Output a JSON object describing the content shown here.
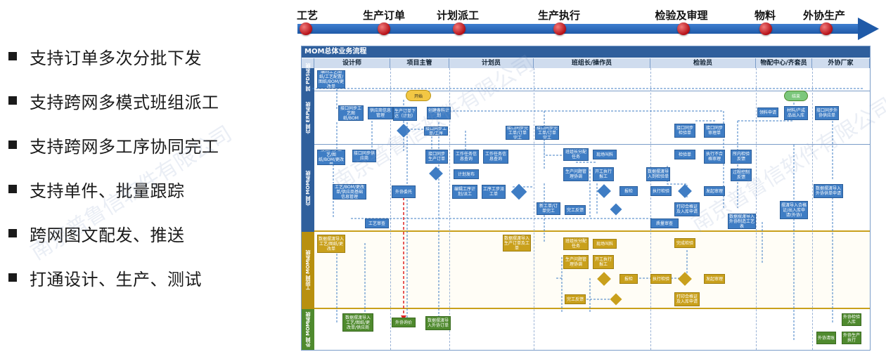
{
  "features": [
    "支持订单多次分批下发",
    "支持跨网多模式班组派工",
    "支持跨网多工序协同完工",
    "支持单件、批量跟踪",
    "跨网图文配发、推送",
    "打通设计、生产、测试"
  ],
  "timeline": {
    "stages": [
      "工艺",
      "生产订单",
      "计划派工",
      "生产执行",
      "检验及审理",
      "物料",
      "外协生产"
    ]
  },
  "diagram": {
    "title": "MOM总体业务流程",
    "columns": [
      "设计师",
      "项目主管",
      "计划员",
      "班组长/操作员",
      "检验员",
      "物配中心/齐套员",
      "外协厂家"
    ],
    "lanes": [
      "内网 PDS系统",
      "内网 ERP系统",
      "内网 MOM系统",
      "工控网 MOM系统",
      "外网 MOM系统"
    ],
    "terminals": {
      "start": "开始",
      "end": "结束"
    },
    "nodes": {
      "pds1": "编制工艺图纸/工艺配置/图纸/BOM/更改单",
      "erp_design": "接口同步工艺图纸/BOM",
      "erp_supplier": "供应商信息管理",
      "erp_order": "生产订单下达（计划）",
      "erp_plan": "创建备料计划",
      "erp_crew": "接口同步工单/工序",
      "erp_sync": "接口同步完工单/订单完工",
      "erp_insp": "接口同步检验单",
      "erp_review": "接口同步审理单",
      "erp_material": "领料申请",
      "erp_stock": "材料/产成品出入库",
      "erp_outsource": "接口同步外协供应单",
      "mom_bom": "接口同步工艺/图纸/BOM/更改单",
      "mom_sup": "接口同步供应商",
      "mom_base": "工艺/BOM/更改单/供应商基础信息管理",
      "mom_order": "接口同步生产订单",
      "mom_res": "工作任务信息查询",
      "mom_plan": "计划发布",
      "mom_plan2": "编辑工序计划/派工",
      "mom_dispatch": "工序工步派工单",
      "mom_outsource": "外协委托",
      "mom_assign": "班组长分配任务",
      "mom_pick": "现场叫料",
      "mom_mgr": "生产问题管理协调",
      "mom_start": "开工执行报工",
      "mom_check": "报检",
      "mom_finish": "完工反馈",
      "mom_report": "新工单/订单完工",
      "mom_insp": "检验单",
      "mom_exec": "执行检验",
      "mom_unq": "执行不合格审理",
      "mom_flow": "所内检验反馈",
      "mom_ctrl": "过程控制反馈",
      "mom_data": "数据摆渡导入到检验单",
      "mom_print": "打印合格证及入库申请",
      "mom_review": "发起审理",
      "mom_quality": "质量审查",
      "mom_craft": "工艺审查",
      "mom_ferry": "数据摆渡导入外协制造工艺表",
      "mom_stock": "摆渡导入合格证/出入库申请(外协)",
      "mom_outin": "数据摆渡导入外协供单申请",
      "ic_import": "数据摆渡导入工艺/图纸/更改单",
      "ic_data": "数据摆渡导入生产订单及工单",
      "ic_assign": "班组长分配任务",
      "ic_pick": "现场叫料",
      "ic_mgr": "生产问题管理协调",
      "ic_start": "开工执行报工",
      "ic_check": "报检",
      "ic_exec": "执行检验",
      "ic_finish": "完工反馈",
      "ic_print": "打印合格证及入库申请",
      "ic_review": "发起审理",
      "ic_insp": "完成检验",
      "ext_data": "数据摆渡导入工艺/图纸/更改单/供应商",
      "ext_outsource": "外协询价",
      "ext_order": "数据摆渡导入外协订单",
      "ext_exec": "外协生产执行",
      "ext_in": "外协检验入库",
      "ext_pay": "外协清账"
    }
  },
  "colors": {
    "timeline_bar": "#1f5aa8",
    "timeline_dot": "#c0161e",
    "node_blue": "#3f7dc4",
    "node_gold": "#c9a01c",
    "node_green": "#4f8a2e",
    "lane_internal": "#2f5f9c",
    "lane_industrial": "#b8900f",
    "lane_external": "#4f8a2e"
  },
  "watermark": "南京普鲁信软件有限公司"
}
